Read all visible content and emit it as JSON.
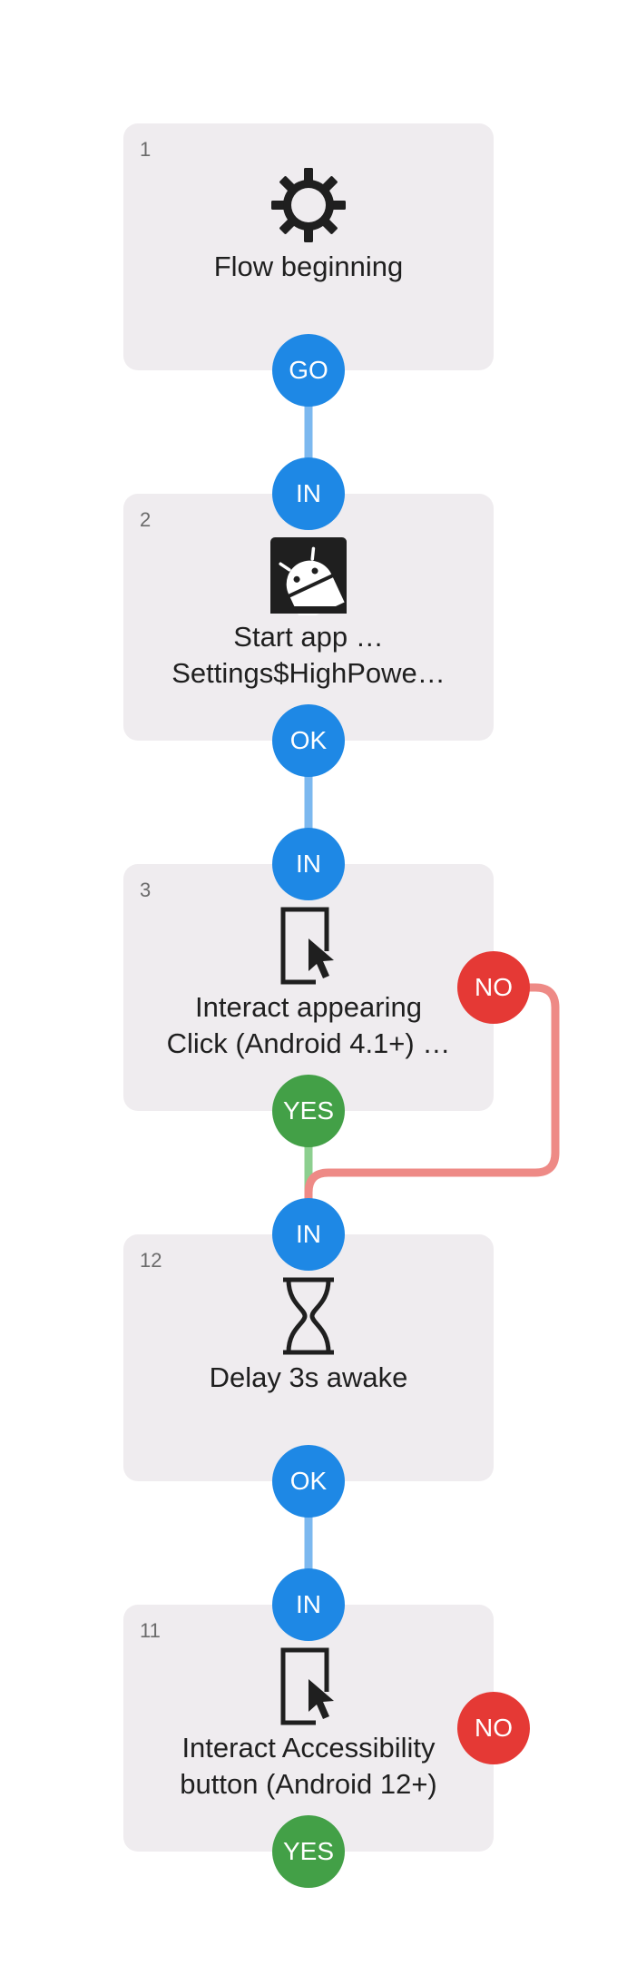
{
  "colors": {
    "block_bg": "#efecef",
    "port_blue": "#1e88e5",
    "port_green": "#43a047",
    "port_red": "#e53935",
    "wire_blue": "#7cb8ef",
    "wire_green": "#8ccf8f",
    "wire_red": "#ee8a86"
  },
  "blocks": [
    {
      "number": "1",
      "icon": "gear-icon",
      "title": "Flow beginning",
      "ports": {
        "out": "GO"
      }
    },
    {
      "number": "2",
      "icon": "android-app-icon",
      "title": "Start app …\nSettings$HighPowe…",
      "ports": {
        "in": "IN",
        "out": "OK"
      }
    },
    {
      "number": "3",
      "icon": "tap-screen-icon",
      "title": "Interact appearing\nClick (Android 4.1+) …",
      "ports": {
        "in": "IN",
        "yes": "YES",
        "no": "NO"
      }
    },
    {
      "number": "12",
      "icon": "hourglass-icon",
      "title": "Delay 3s awake",
      "ports": {
        "in": "IN",
        "out": "OK"
      }
    },
    {
      "number": "11",
      "icon": "tap-screen-icon",
      "title": "Interact Accessibility\nbutton (Android 12+)",
      "ports": {
        "in": "IN",
        "yes": "YES",
        "no": "NO"
      }
    }
  ],
  "connections": [
    {
      "from": "1.GO",
      "to": "2.IN",
      "color": "blue"
    },
    {
      "from": "2.OK",
      "to": "3.IN",
      "color": "blue"
    },
    {
      "from": "3.YES",
      "to": "12.IN",
      "color": "green"
    },
    {
      "from": "3.NO",
      "to": "12.IN",
      "color": "red"
    },
    {
      "from": "12.OK",
      "to": "11.IN",
      "color": "blue"
    }
  ]
}
